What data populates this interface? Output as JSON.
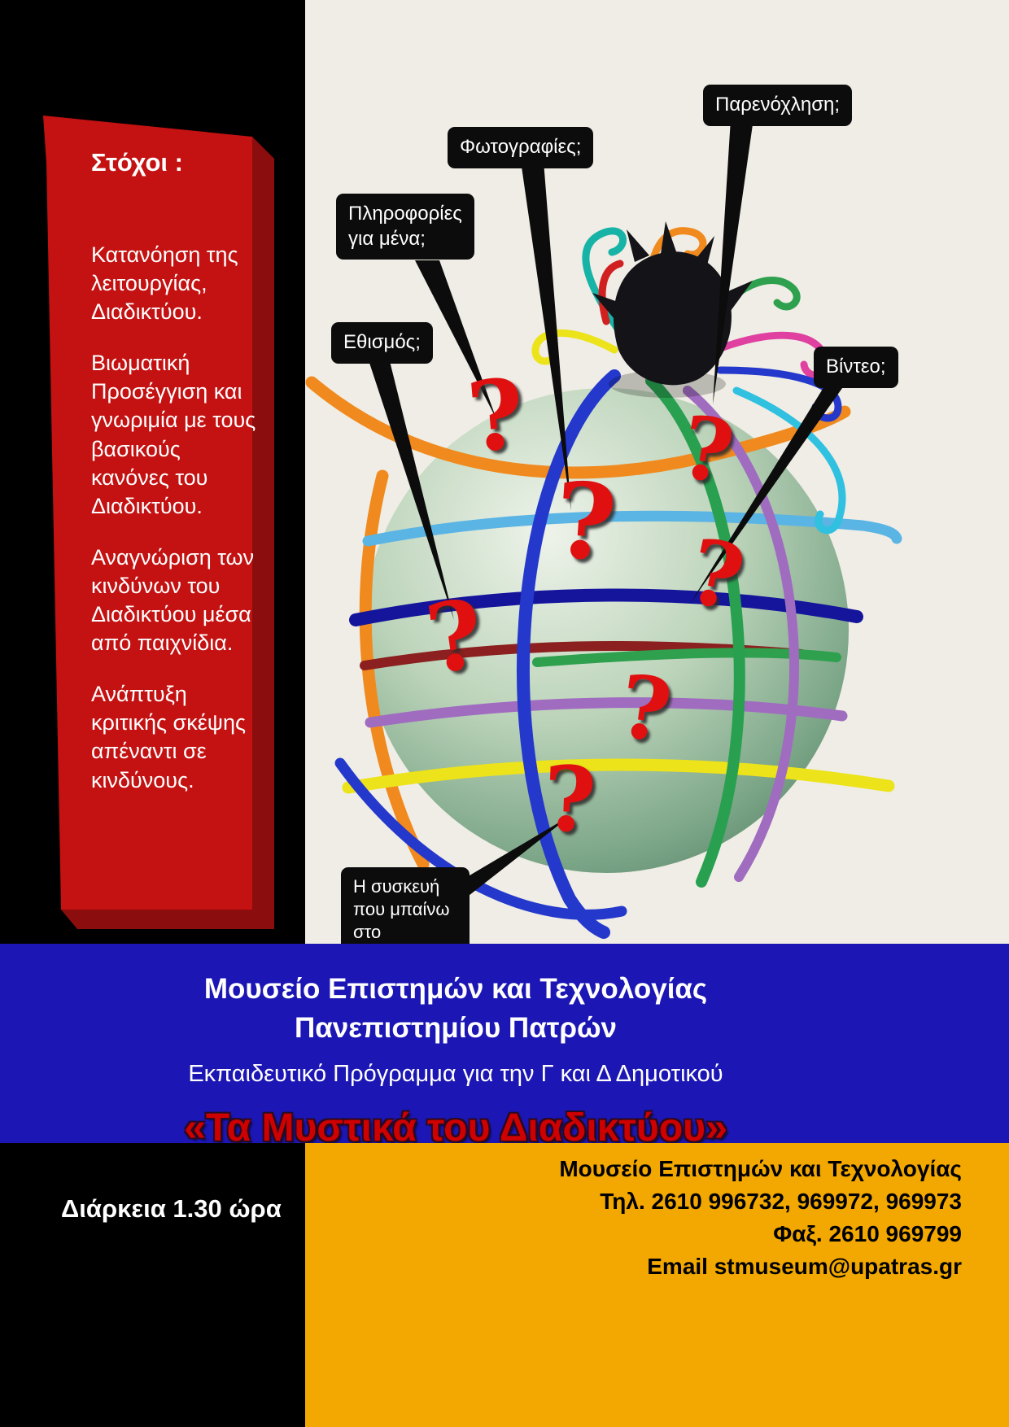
{
  "poster": {
    "goals": {
      "title": "Στόχοι :",
      "items": [
        "Κατανόηση της λειτουργίας, Διαδικτύου.",
        "Βιωματική Προσέγγιση και γνωριμία με τους βασικούς κανόνες του Διαδικτύου.",
        "Αναγνώριση των  κινδύνων του Διαδικτύου μέσα από παιχνίδια.",
        "Ανάπτυξη κριτικής σκέψης απέναντι σε κινδύνους."
      ]
    },
    "callouts": [
      {
        "label": "Πληροφορίες για μένα;"
      },
      {
        "label": "Φωτογραφίες;"
      },
      {
        "label": "Παρενόχληση;"
      },
      {
        "label": "Εθισμός;"
      },
      {
        "label": "Βίντεο;"
      },
      {
        "label": "Η συσκευή που μπαίνω  στο Διαδίκτυο;"
      }
    ],
    "question_mark": "?",
    "banner": {
      "museum_line": "Μουσείο  Επιστημών και Τεχνολογίας",
      "university_line": "Πανεπιστημίου Πατρών",
      "program_line": "Εκπαιδευτικό Πρόγραμμα για την Γ και Δ Δημοτικού",
      "title": "«Τα Μυστικά του Διαδικτύου»"
    },
    "footer": {
      "duration": "Διάρκεια  1.30 ώρα",
      "contact": [
        "Μουσείο Επιστημών και Τεχνολογίας",
        "Τηλ. 2610 996732, 969972, 969973",
        "Φαξ. 2610 969799",
        "Email stmuseum@upatras.gr"
      ]
    },
    "colors": {
      "red_panel": "#c41111",
      "blue_band": "#1b16b4",
      "gold": "#f2a800",
      "cream": "#efede5",
      "title_red": "#cf0000"
    }
  }
}
